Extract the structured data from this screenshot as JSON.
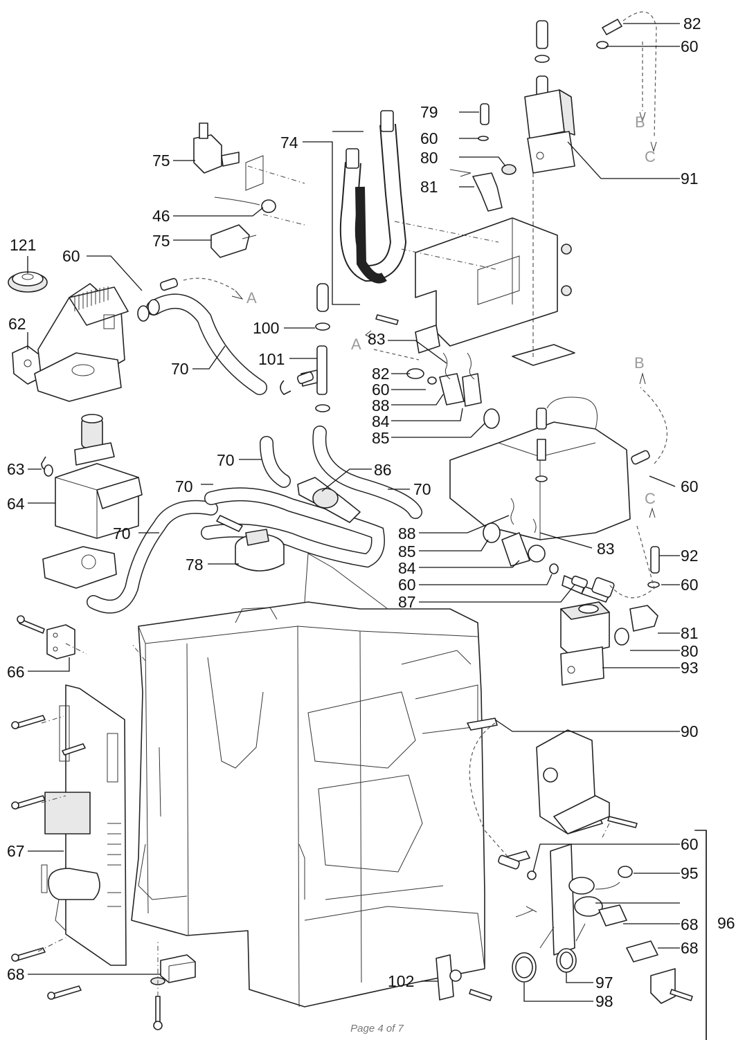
{
  "footer": {
    "page": "Page 4 of 7"
  },
  "flow_markers": {
    "a": "A",
    "b": "B",
    "c": "C"
  },
  "callouts": {
    "c82_top": "82",
    "c60_top": "60",
    "c79": "79",
    "c60_b": "60",
    "c74": "74",
    "c80_top": "80",
    "c81_top": "81",
    "c91": "91",
    "c75_top": "75",
    "c46": "46",
    "c75_b": "75",
    "c121": "121",
    "c60_left": "60",
    "c62": "62",
    "c70_a": "70",
    "c100": "100",
    "c101": "101",
    "c83_top": "83",
    "c82_mid": "82",
    "c60_mid": "60",
    "c88_top": "88",
    "c84_top": "84",
    "c85_top": "85",
    "c63": "63",
    "c64": "64",
    "c70_b": "70",
    "c86": "86",
    "c70_c": "70",
    "c70_d": "70",
    "c70_e": "70",
    "c60_right": "60",
    "c88_b": "88",
    "c85_b": "85",
    "c84_b": "84",
    "c83_b": "83",
    "c60_low": "60",
    "c87": "87",
    "c92": "92",
    "c60_r2": "60",
    "c78": "78",
    "c66": "66",
    "c81_b": "81",
    "c80_b": "80",
    "c93": "93",
    "c90": "90",
    "c67": "67",
    "c60_bot": "60",
    "c95": "95",
    "c96": "96",
    "c68_a": "68",
    "c68_b": "68",
    "c68_left": "68",
    "c102": "102",
    "c97": "97",
    "c98": "98"
  }
}
